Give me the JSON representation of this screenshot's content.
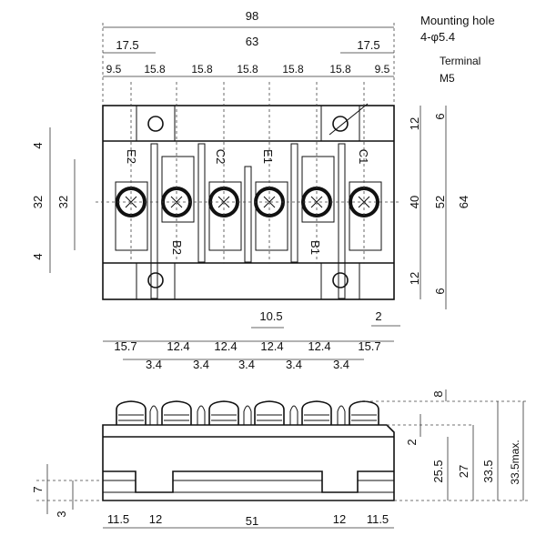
{
  "notes": {
    "mounting_hole": "Mounting hole",
    "mounting_hole_spec": "4-φ5.4",
    "terminal": "Terminal",
    "terminal_spec": "M5"
  },
  "top_view": {
    "overall_width": "98",
    "hole_pitch": "63",
    "hole_offset_left": "17.5",
    "hole_offset_right": "17.5",
    "terminal_pitch": [
      "9.5",
      "15.8",
      "15.8",
      "15.8",
      "15.8",
      "15.8",
      "9.5"
    ],
    "right_dims": {
      "top_strip": "12",
      "hole_y_top": "6",
      "terminal_area": "40",
      "inner_height": "52",
      "overall_height": "64",
      "bottom_strip": "12",
      "hole_y_bottom": "6"
    },
    "left_dims": {
      "top_gap": "4",
      "outer": "32",
      "inner": "32",
      "bottom_gap": "4"
    },
    "terminal_labels": [
      "E2",
      "C2",
      "E1",
      "C1",
      "B2",
      "B1"
    ],
    "tab_width": "10.5",
    "edge_gap": "2",
    "tab_spacing": [
      "15.7",
      "12.4",
      "12.4",
      "12.4",
      "12.4",
      "15.7"
    ],
    "tab_widths": [
      "3.4",
      "3.4",
      "3.4",
      "3.4",
      "3.4"
    ]
  },
  "side_view": {
    "terminal_height": "8",
    "lip": "2",
    "body_height": "25.5",
    "to_terminal_seat": "27",
    "to_terminal_top": "33.5",
    "max_height": "33.5max.",
    "foot_height": "7",
    "base_thickness": "3",
    "bottom_dims": [
      "11.5",
      "12",
      "51",
      "12",
      "11.5"
    ]
  }
}
